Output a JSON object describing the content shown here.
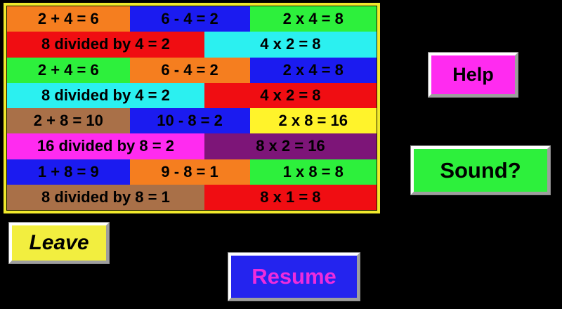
{
  "background_color": "#000000",
  "board": {
    "frame_color": "#F0E92C",
    "rows": [
      {
        "cells": [
          {
            "text": "2 + 4 = 6",
            "bg": "#F57E1F"
          },
          {
            "text": "6 - 4 = 2",
            "bg": "#1B1BF0"
          },
          {
            "text": "2 x 4 = 8",
            "bg": "#2DF03C"
          }
        ]
      },
      {
        "cells": [
          {
            "text": "8 divided by 4 = 2",
            "bg": "#F00D12"
          },
          {
            "text": "4 x 2 = 8",
            "bg": "#2BF0F0"
          }
        ]
      },
      {
        "cells": [
          {
            "text": "2 + 4 = 6",
            "bg": "#2DF03C"
          },
          {
            "text": "6 - 4 = 2",
            "bg": "#F57E1F"
          },
          {
            "text": "2 x 4 = 8",
            "bg": "#1B1BF0"
          }
        ]
      },
      {
        "cells": [
          {
            "text": "8 divided by 4 = 2",
            "bg": "#2BF0F0"
          },
          {
            "text": "4 x 2 = 8",
            "bg": "#F00D12"
          }
        ]
      },
      {
        "cells": [
          {
            "text": "2 + 8 = 10",
            "bg": "#A97048"
          },
          {
            "text": "10 - 8 = 2",
            "bg": "#1B1BF0"
          },
          {
            "text": "2 x 8 = 16",
            "bg": "#FFF32B"
          }
        ]
      },
      {
        "cells": [
          {
            "text": "16 divided by 8 = 2",
            "bg": "#FF2BF0"
          },
          {
            "text": "8 x 2 = 16",
            "bg": "#7D1578"
          }
        ]
      },
      {
        "cells": [
          {
            "text": "1 + 8 = 9",
            "bg": "#1B1BF0"
          },
          {
            "text": "9 - 8 = 1",
            "bg": "#F57E1F"
          },
          {
            "text": "1 x 8 = 8",
            "bg": "#2DF03C"
          }
        ]
      },
      {
        "cells": [
          {
            "text": "8 divided by 8 = 1",
            "bg": "#A97048"
          },
          {
            "text": "8 x 1 = 8",
            "bg": "#F00D12"
          }
        ]
      }
    ]
  },
  "buttons": {
    "help": {
      "label": "Help",
      "bg": "#FF2BF0",
      "fg": "#000000"
    },
    "sound": {
      "label": "Sound?",
      "bg": "#2DF03C",
      "fg": "#000000"
    },
    "leave": {
      "label": "Leave",
      "bg": "#F2EE3F",
      "fg": "#000000"
    },
    "resume": {
      "label": "Resume",
      "bg": "#2424EE",
      "fg": "#EE2CDD"
    }
  }
}
